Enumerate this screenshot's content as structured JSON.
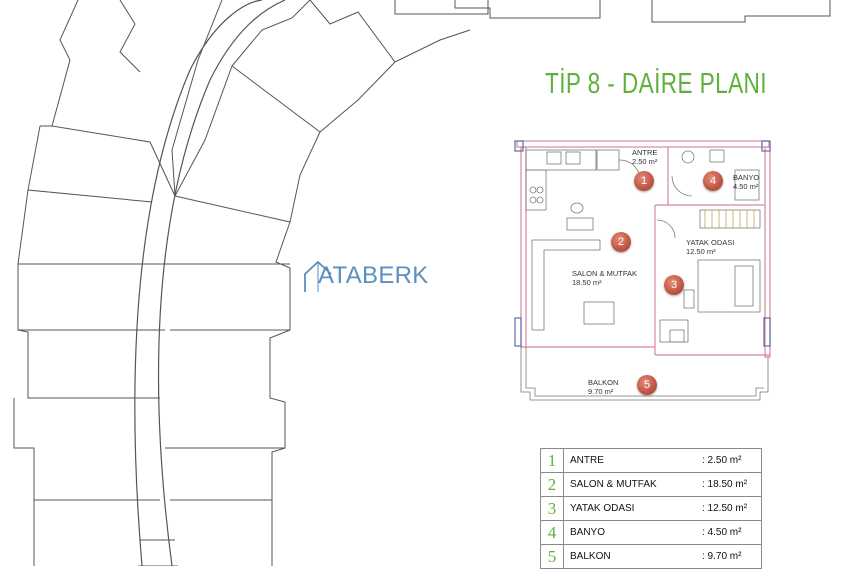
{
  "title": "TİP 8 - DAİRE PLANI",
  "logo": {
    "text": "ATABERK",
    "color": "#5b8fc1"
  },
  "colors": {
    "accent_green": "#5fb13b",
    "marker_red": "#c25846",
    "wall_pink": "#d9879f",
    "plan_lines": "#7a7a7a"
  },
  "rooms": [
    {
      "id": "1",
      "name": "ANTRE",
      "area": "2.50 m²"
    },
    {
      "id": "2",
      "name": "SALON & MUTFAK",
      "area": "18.50 m²"
    },
    {
      "id": "3",
      "name": "YATAK ODASI",
      "area": "12.50 m²"
    },
    {
      "id": "4",
      "name": "BANYO",
      "area": "4.50 m²"
    },
    {
      "id": "5",
      "name": "BALKON",
      "area": "9.70 m²"
    }
  ],
  "legend": [
    {
      "num": "1",
      "name": "ANTRE",
      "area": ": 2.50 m²"
    },
    {
      "num": "2",
      "name": "SALON & MUTFAK",
      "area": ": 18.50 m²"
    },
    {
      "num": "3",
      "name": "YATAK ODASI",
      "area": ": 12.50 m²"
    },
    {
      "num": "4",
      "name": "BANYO",
      "area": ": 4.50 m²"
    },
    {
      "num": "5",
      "name": "BALKON",
      "area": ": 9.70 m²"
    }
  ]
}
